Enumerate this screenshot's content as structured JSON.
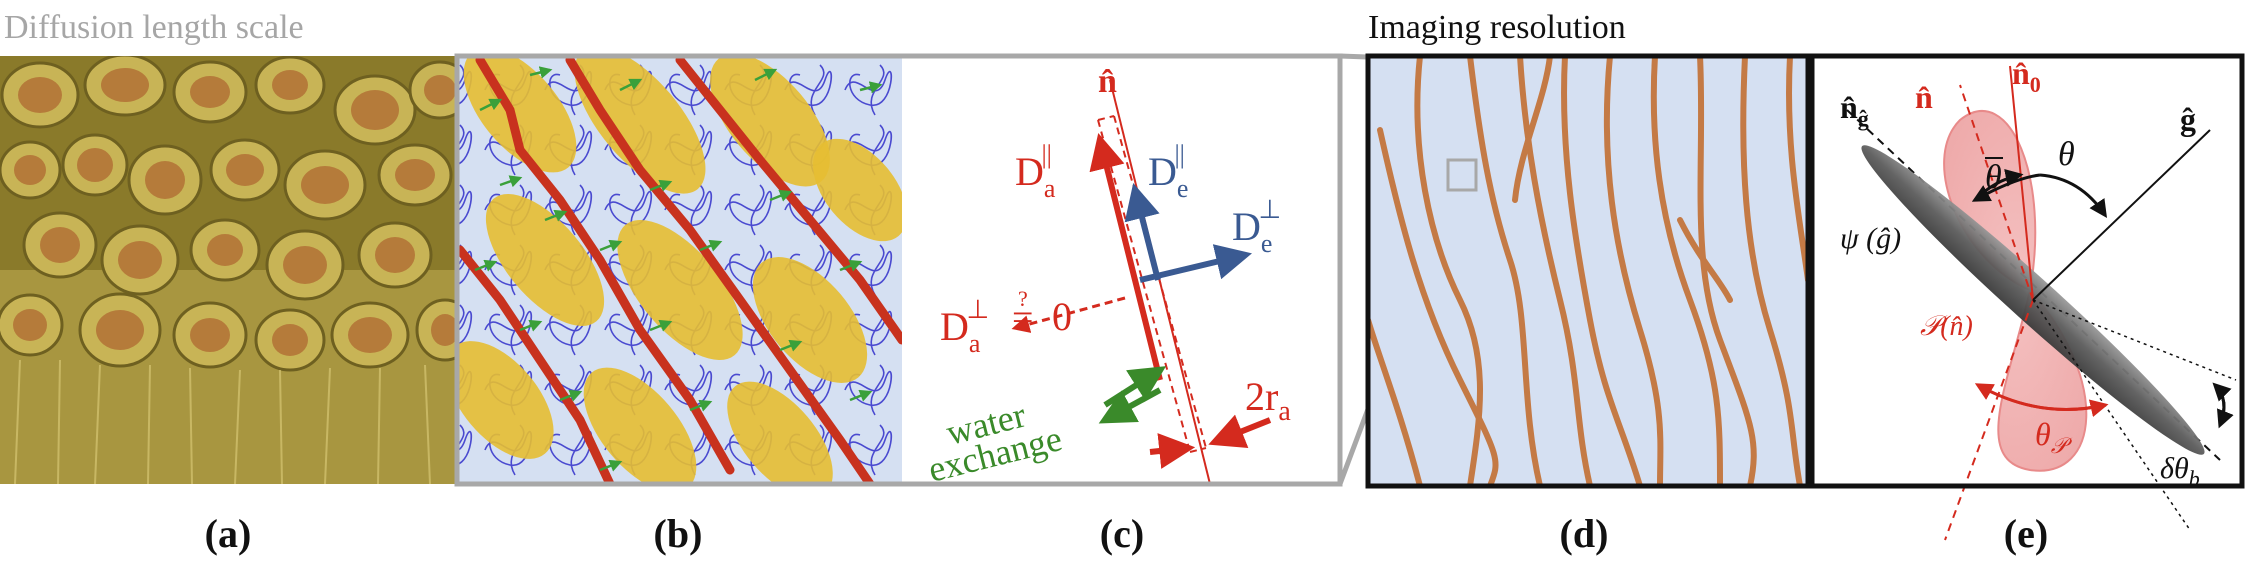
{
  "headings": {
    "diffusion_scale": "Diffusion length scale",
    "imaging_resolution": "Imaging resolution"
  },
  "panels": {
    "a": {
      "caption": "(a)"
    },
    "b": {
      "caption": "(b)"
    },
    "c": {
      "caption": "(c)",
      "axis_label": "n̂",
      "da_par_main": "D",
      "da_par_sub": "a",
      "da_par_sup": "||",
      "de_par_main": "D",
      "de_par_sub": "e",
      "de_par_sup": "||",
      "de_perp_main": "D",
      "de_perp_sub": "e",
      "de_perp_sup": "⊥",
      "da_perp_main": "D",
      "da_perp_sub": "a",
      "da_perp_sup": "⊥",
      "da_perp_eq": "=",
      "da_perp_q": "?",
      "da_perp_val": "0",
      "water1": "water",
      "water2": "exchange",
      "radius": "2r",
      "radius_sub": "a"
    },
    "d": {
      "caption": "(d)"
    },
    "e": {
      "caption": "(e)",
      "n_g_label": "n̂",
      "n_g_sub": "ĝ",
      "n_label": "n̂",
      "n0_label": "n̂",
      "n0_sub": "0",
      "g_label": "ĝ",
      "theta_bar": "θ",
      "theta": "θ",
      "psi": "ψ (ĝ)",
      "p_n": "𝒫(n̂)",
      "theta_p": "θ",
      "theta_p_sub": "𝒫",
      "dtheta": "δθ",
      "dtheta_sub": "b"
    }
  },
  "colors": {
    "red": "#d42a1e",
    "blue": "#3a5a92",
    "green": "#3a8a2a",
    "fiber_brown": "#c47a45",
    "panel_bg": "#d5e0f2",
    "frame_gray": "#a8a8a8",
    "axon_yellow": "#e8c23a"
  },
  "icons": [
    "arrow-icon",
    "dashed-line-icon"
  ]
}
